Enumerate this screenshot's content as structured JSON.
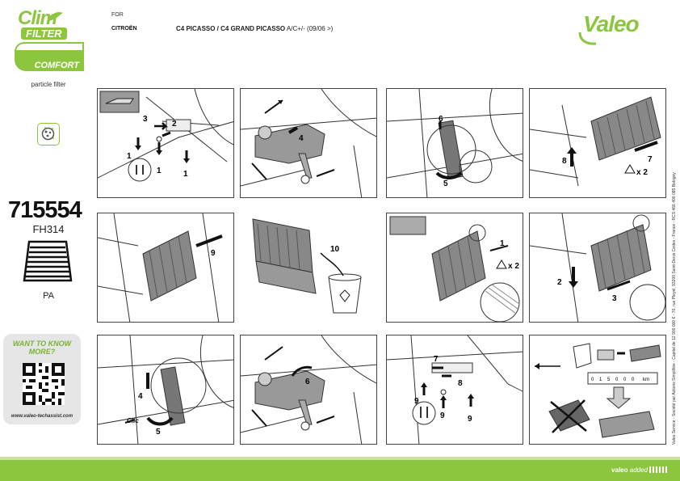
{
  "brand": {
    "line1": "Clim",
    "line2": "FILTER",
    "badge": "COMFORT",
    "green": "#8cc63f"
  },
  "product": {
    "type": "particle filter",
    "reference": "715554",
    "code": "FH314",
    "family": "PA"
  },
  "help": {
    "title": "WANT TO KNOW MORE?",
    "url": "www.valeo-techassist.com"
  },
  "vehicle": {
    "for_label": "FOR",
    "make": "CITROËN",
    "model": "C4 PICASSO / C4 GRAND PICASSO",
    "spec": "A/C+/- (09/06 >)"
  },
  "logo": "Valeo",
  "steps": {
    "p1": [
      "3",
      "2",
      "1",
      "1",
      "1"
    ],
    "p2": [
      "4"
    ],
    "p3": [
      "6",
      "5"
    ],
    "p4": [
      "8",
      "7",
      "x 2"
    ],
    "p5": [
      "9"
    ],
    "p6": [
      "10"
    ],
    "p7": [
      "1",
      "x 2"
    ],
    "p8": [
      "2",
      "3"
    ],
    "p9": [
      "4",
      "5",
      "Clic"
    ],
    "p10": [
      "6"
    ],
    "p11": [
      "7",
      "8",
      "9",
      "9",
      "9"
    ],
    "p12": [
      "0",
      "1",
      "5",
      "0",
      "0",
      "0",
      "km"
    ]
  },
  "legal_side": "Valeo Service - Société par Actions Simplifiée - Capital de 12 900 000 € - 70, rue Pleyel, 93200 Saint-Denis Cedex - France - RCS 466 400 085 Bobigny",
  "footer": {
    "label": "valeo",
    "label2": "added"
  }
}
